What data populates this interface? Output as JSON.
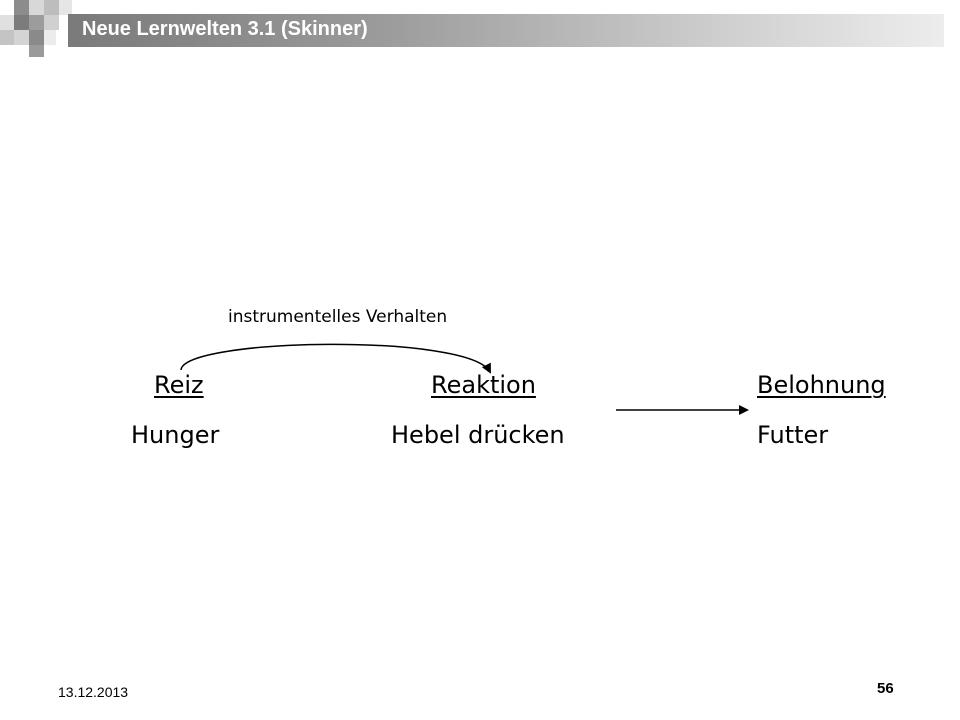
{
  "header": {
    "title": "Neue Lernwelten 3.1 (Skinner)"
  },
  "diagram": {
    "arc_label": "instrumentelles Verhalten",
    "columns": [
      {
        "heading": "Reiz",
        "example": "Hunger"
      },
      {
        "heading": "Reaktion",
        "example": "Hebel drücken"
      },
      {
        "heading": "Belohnung",
        "example": "Futter"
      }
    ]
  },
  "footer": {
    "date": "13.12.2013",
    "page_number": "56"
  },
  "colors": {
    "title_text": "#ffffff",
    "title_bar_dark": "#7a7a7a",
    "title_bar_light": "#ededed",
    "diagram_text": "#000000"
  }
}
